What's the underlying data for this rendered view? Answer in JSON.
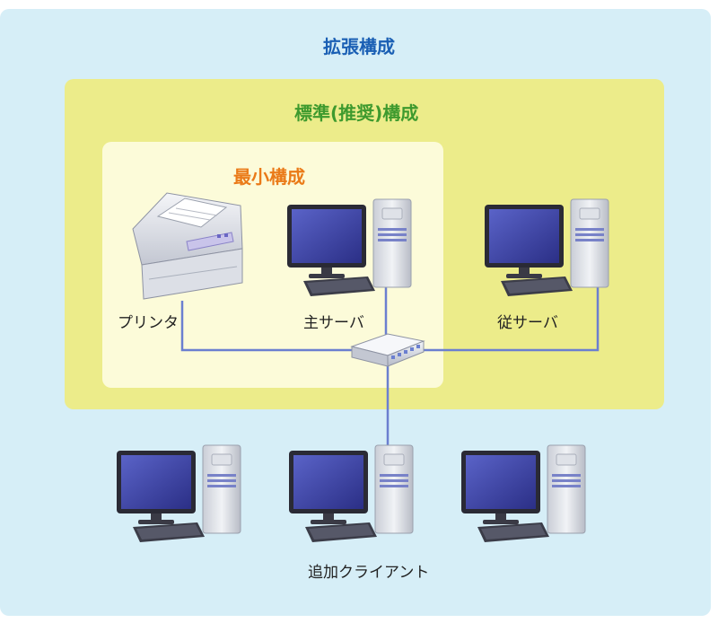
{
  "regions": {
    "extended": {
      "title": "拡張構成",
      "color": "#1a5fb4"
    },
    "standard": {
      "title": "標準(推奨)構成",
      "color": "#3e9a2e"
    },
    "minimal": {
      "title": "最小構成",
      "color": "#ea7a18"
    }
  },
  "devices": {
    "printer": {
      "label": "プリンタ",
      "icon": "printer-icon"
    },
    "main_server": {
      "label": "主サーバ",
      "icon": "desktop-computer-icon"
    },
    "sub_server": {
      "label": "従サーバ",
      "icon": "desktop-computer-icon"
    },
    "hub": {
      "icon": "network-hub-icon"
    },
    "clients": {
      "label": "追加クライアント",
      "icon": "desktop-computer-icon",
      "count": 3
    }
  },
  "colors": {
    "outer_bg": "#d6eef7",
    "standard_bg": "#ecec8a",
    "minimal_bg": "#fcfbd9",
    "cable": "#6b7fd0"
  }
}
